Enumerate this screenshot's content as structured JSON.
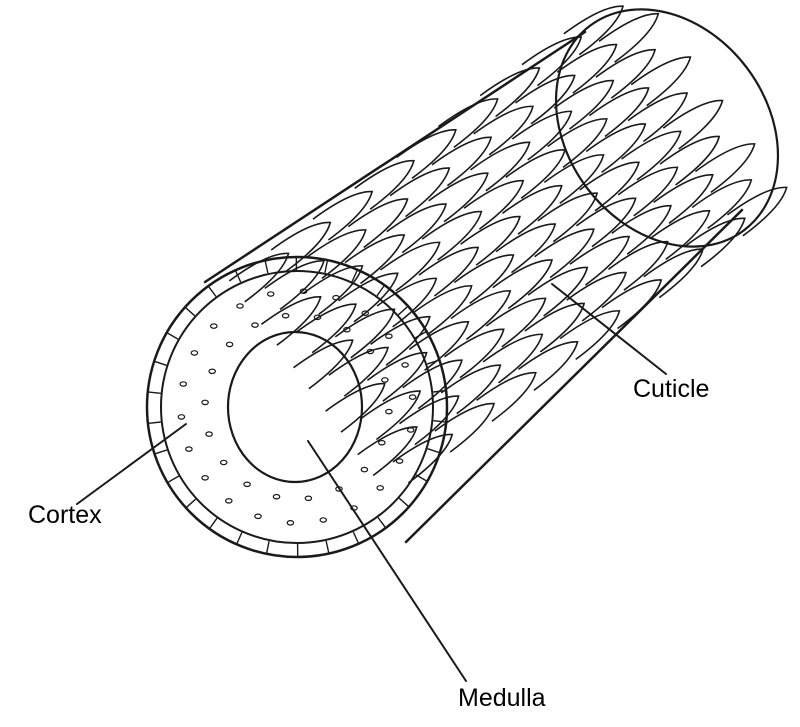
{
  "labels": {
    "cuticle": "Cuticle",
    "cortex": "Cortex",
    "medulla": "Medulla"
  },
  "colors": {
    "stroke": "#1a1a1a",
    "medulla_fill": "#a9a9a9",
    "background": "#ffffff"
  }
}
